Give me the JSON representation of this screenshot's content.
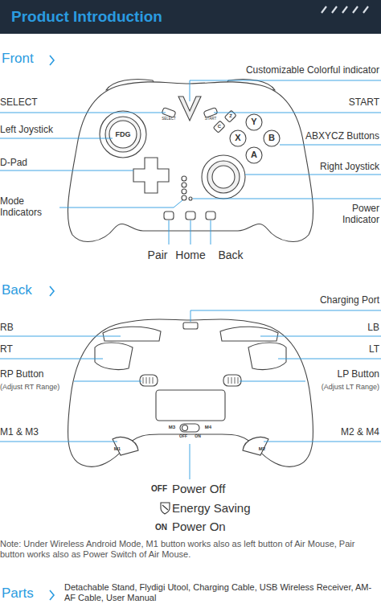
{
  "diagram": {
    "title": "Product Introduction",
    "labels": [
      "Front",
      "Customizable Colorful indicator",
      "SELECT",
      "START",
      "Left Joystick",
      "ABXYCZ Buttons",
      "D-Pad",
      "Right Joystick",
      "Mode Indicators",
      "Power Indicator",
      "Pair",
      "Home",
      "Back",
      "SELECT",
      "START",
      "FDG",
      "Y",
      "X",
      "B",
      "A",
      "C",
      "Z",
      "Back",
      "Charging Port",
      "RB",
      "LB",
      "RT",
      "LT",
      "RP Button",
      "(Adjust RT Range)",
      "LP Button",
      "(Adjust LT Range)",
      "M1 & M3",
      "M2 & M4",
      "M3",
      "M4",
      "M1",
      "M2",
      "OFF",
      "ON",
      "OFF",
      "Power Off",
      "Energy Saving",
      "ON",
      "Power On",
      "Note: Under Wireless Android Mode, M1 button works also as left button of Air Mouse, Pair button works also as Power Switch of Air Mouse.",
      "Parts",
      "Detachable Stand, Flydigi Utool, Charging Cable, USB Wireless Receiver, AM-AF Cable, User Manual"
    ]
  }
}
